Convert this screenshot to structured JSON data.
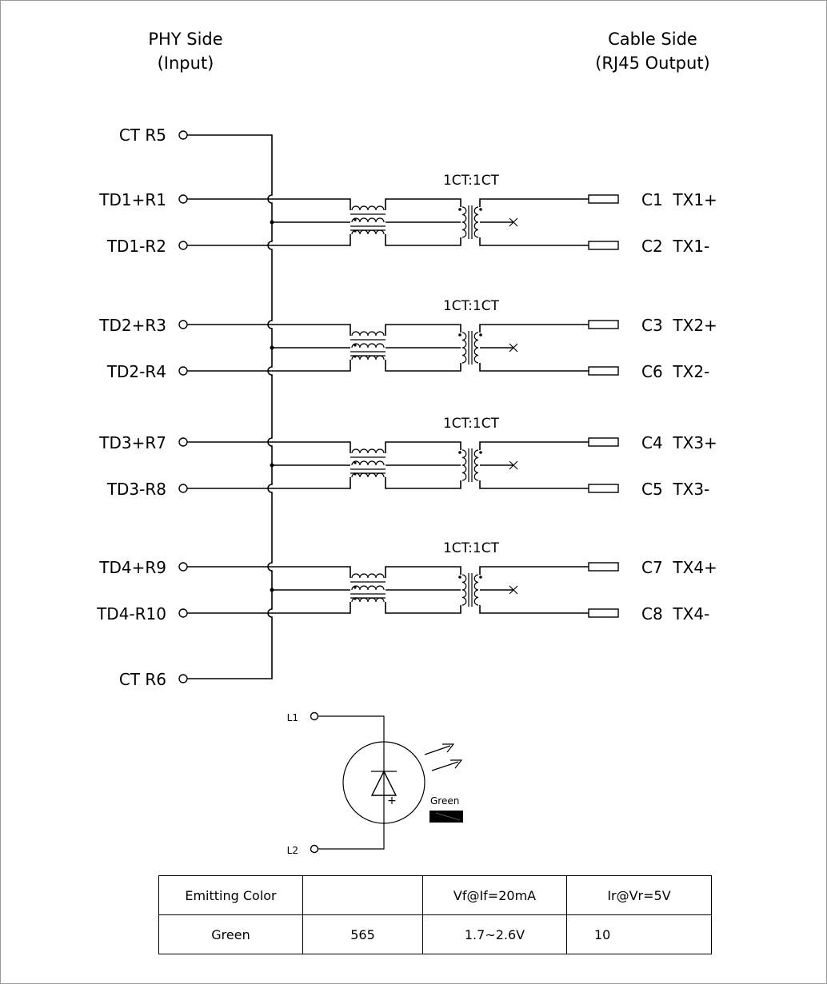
{
  "headers": {
    "phy_side": {
      "line1": "PHY Side",
      "line2": "(Input)"
    },
    "cable_side": {
      "line1": "Cable Side",
      "line2": "(RJ45 Output)"
    }
  },
  "center_taps": {
    "top": "CT R5",
    "bottom": "CT R6"
  },
  "channels": [
    {
      "ratio": "1CT:1CT",
      "in_plus": "TD1+R1",
      "in_minus": "TD1-R2",
      "out_plus": "C1  TX1+",
      "out_minus": "C2  TX1-"
    },
    {
      "ratio": "1CT:1CT",
      "in_plus": "TD2+R3",
      "in_minus": "TD2-R4",
      "out_plus": "C3  TX2+",
      "out_minus": "C6  TX2-"
    },
    {
      "ratio": "1CT:1CT",
      "in_plus": "TD3+R7",
      "in_minus": "TD3-R8",
      "out_plus": "C4  TX3+",
      "out_minus": "C5  TX3-"
    },
    {
      "ratio": "1CT:1CT",
      "in_plus": "TD4+R9",
      "in_minus": "TD4-R10",
      "out_plus": "C7  TX4+",
      "out_minus": "C8  TX4-"
    }
  ],
  "led": {
    "pin1": "L1",
    "pin2": "L2",
    "polarity": "+",
    "color_label": "Green",
    "color_swatch": "#000000"
  },
  "table": {
    "header": [
      "Emitting Color",
      "",
      "Vf@If=20mA",
      "Ir@Vr=5V"
    ],
    "row": [
      "Green",
      "565",
      "1.7~2.6V",
      "10"
    ]
  }
}
